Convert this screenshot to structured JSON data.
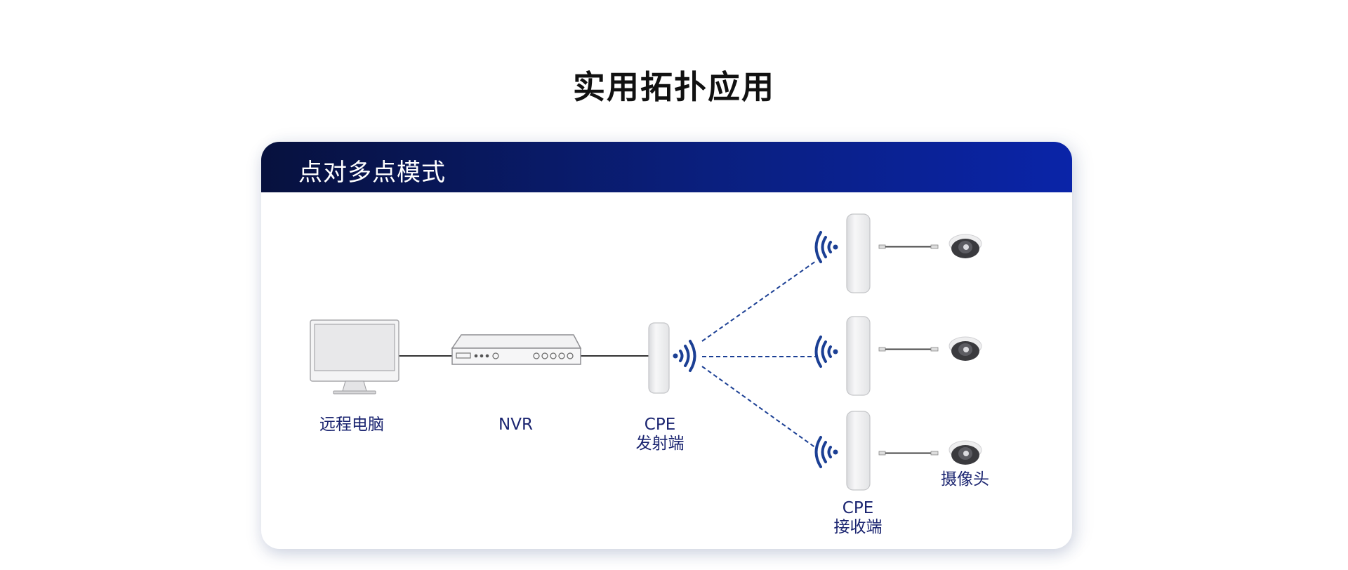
{
  "page": {
    "title": "实用拓扑应用"
  },
  "card": {
    "title": "点对多点模式"
  },
  "labels": {
    "computer": "远程电脑",
    "nvr": "NVR",
    "cpe_tx_line1": "CPE",
    "cpe_tx_line2": "发射端",
    "camera": "摄像头",
    "cpe_rx_line1": "CPE",
    "cpe_rx_line2": "接收端"
  },
  "colors": {
    "header_start": "#07113e",
    "header_end": "#0a24a8",
    "label_text": "#1a2470",
    "wireless": "#1b3f94"
  },
  "icons": [
    "monitor-icon",
    "nvr-icon",
    "cpe-icon",
    "wifi-signal-icon",
    "camera-icon"
  ]
}
